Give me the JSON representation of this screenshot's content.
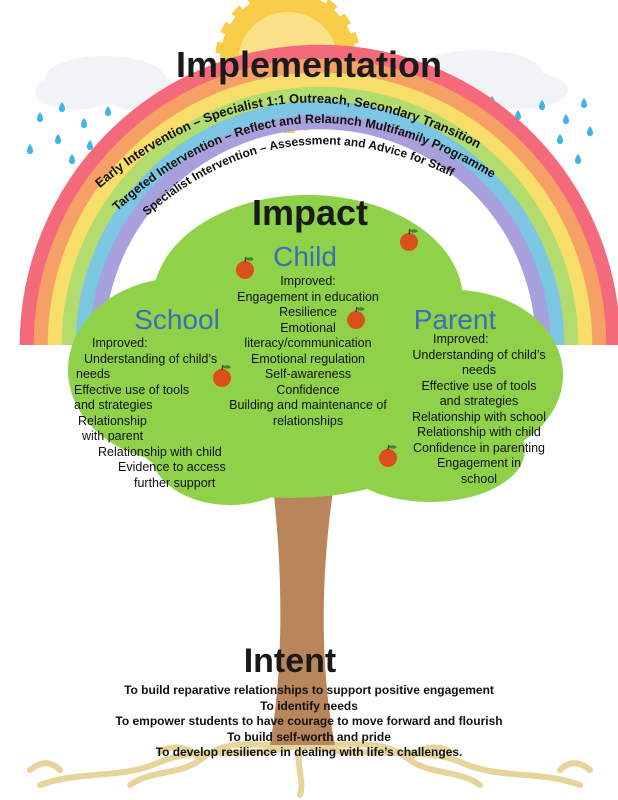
{
  "colors": {
    "rainbow": [
      "#f46a7a",
      "#f7a066",
      "#f7dd6a",
      "#b2dc6e",
      "#7cc6e4",
      "#a7a0dc"
    ],
    "leaves": "#8fd24a",
    "trunk": "#b8865a",
    "sun": "#f7c52a",
    "apple": "#d9501c",
    "rain": "#3eb6e8",
    "roots": "#e6d49a",
    "section_heading": "#3a6fb5"
  },
  "headings": {
    "implementation": "Implementation",
    "impact": "Impact",
    "intent": "Intent"
  },
  "rainbow_bands": [
    "Early Intervention – Specialist 1:1 Outreach, Secondary Transition",
    "Targeted Intervention – Reflect and Relaunch Multifamily Programme",
    "Specialist Intervention – Assessment and Advice for Staff"
  ],
  "child": {
    "title": "Child",
    "lines": [
      "Improved:",
      "Engagement in education",
      "Resilience",
      "Emotional",
      "literacy/communication",
      "Emotional regulation",
      "Self-awareness",
      "Confidence",
      "Building and maintenance of",
      "relationships"
    ]
  },
  "school": {
    "title": "School",
    "lines": [
      "Improved:",
      "Understanding of child’s",
      "needs",
      "Effective use of tools",
      "and strategies",
      "Relationship",
      "with parent",
      "Relationship with child",
      "Evidence to access",
      "further support"
    ]
  },
  "parent": {
    "title": "Parent",
    "lines": [
      "Improved:",
      "Understanding of child’s",
      "needs",
      "Effective use of tools",
      "and strategies",
      "Relationship with school",
      "Relationship with child",
      "Confidence in parenting",
      "Engagement in",
      "school"
    ]
  },
  "intent_items": [
    "To build reparative relationships to support positive engagement",
    "To identify needs",
    "To empower students to have courage to move forward and flourish",
    "To build self-worth and pride",
    "To develop resilience in dealing with life’s challenges."
  ]
}
